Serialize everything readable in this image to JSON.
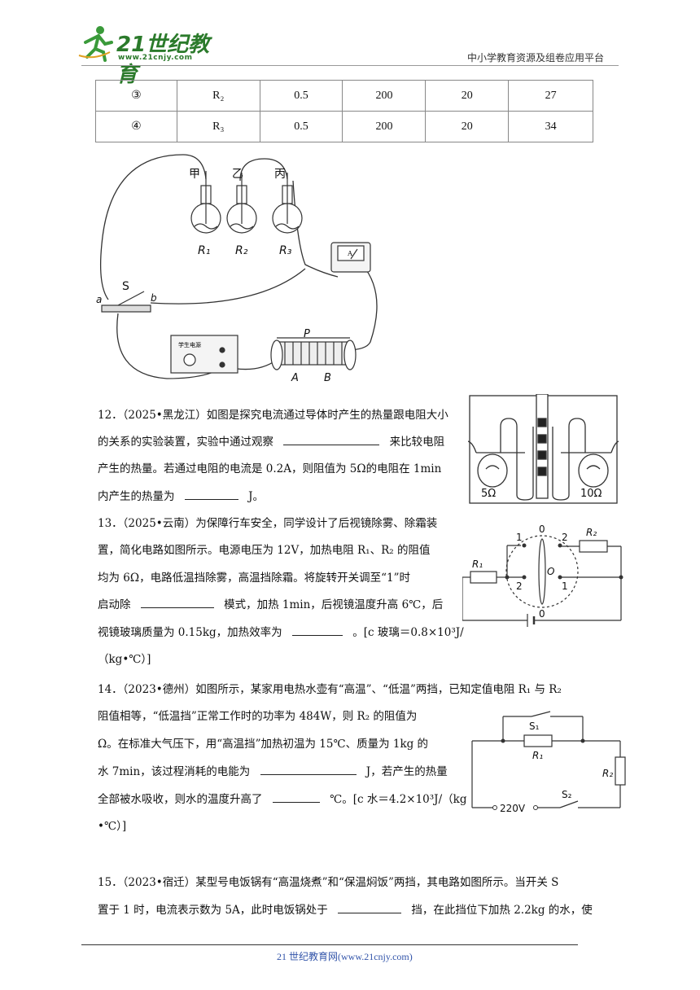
{
  "header": {
    "logo_main": "21世纪教育",
    "logo_url": "www.21cnjy.com",
    "right_text": "中小学教育资源及组卷应用平台"
  },
  "table": {
    "rows": [
      {
        "idx": "③",
        "r": "R₂",
        "a": "0.5",
        "b": "200",
        "c": "20",
        "d": "27"
      },
      {
        "idx": "④",
        "r": "R₃",
        "a": "0.5",
        "b": "200",
        "c": "20",
        "d": "34"
      }
    ]
  },
  "fig1": {
    "jia": "甲",
    "yi": "乙",
    "bing": "丙",
    "r1": "R₁",
    "r2": "R₂",
    "r3": "R₃",
    "s": "S",
    "a": "a",
    "b": "b",
    "p": "P",
    "A": "A",
    "B": "B",
    "power_label": "学生电源",
    "meter_label": "A"
  },
  "q12": {
    "line1": "12．（2025•黑龙江）如图是探究电流通过导体时产生的热量跟电阻大小",
    "line2a": "的关系的实验装置，实验中通过观察",
    "line2b": "来比较电阻",
    "line3": "产生的热量。若通过电阻的电流是 0.2A，则阻值为 5Ω的电阻在 1min",
    "line4a": "内产生的热量为",
    "line4b": "J。",
    "fig_r_left": "5Ω",
    "fig_r_right": "10Ω"
  },
  "q13": {
    "line1": "13．（2025•云南）为保障行车安全，同学设计了后视镜除雾、除霜装",
    "line2": "置，简化电路如图所示。电源电压为 12V，加热电阻 R₁、R₂ 的阻值",
    "line3": "均为 6Ω，电路低温挡除雾，高温挡除霜。将旋转开关调至“1”时",
    "line4a": "启动除",
    "line4b": "模式，加热 1min，后视镜温度升高 6℃，后",
    "line5a": "视镜玻璃质量为 0.15kg，加热效率为",
    "line5b": "。[c 玻璃＝0.8×10³J/",
    "line6": "（kg•℃）]",
    "fig": {
      "r1": "R₁",
      "r2": "R₂",
      "o": "O",
      "n0": "0",
      "n1": "1",
      "n2": "2"
    }
  },
  "q14": {
    "line1": "14．（2023•德州）如图所示，某家用电热水壶有“高温”、“低温”两挡，已知定值电阻 R₁ 与 R₂",
    "line2": "阻值相等，“低温挡”正常工作时的功率为 484W，则 R₂ 的阻值为",
    "line3": "Ω。在标准大气压下，用“高温挡”加热初温为 15℃、质量为 1kg 的",
    "line4a": "水 7min，该过程消耗的电能为",
    "line4b": "J，若产生的热量",
    "line5a": "全部被水吸收，则水的温度升高了",
    "line5b": "℃。[c 水＝4.2×10³J/（kg",
    "line6": "•℃）]",
    "fig": {
      "s1": "S₁",
      "s2": "S₂",
      "r1": "R₁",
      "r2": "R₂",
      "v": "220V"
    }
  },
  "q15": {
    "line1": "15．（2023•宿迁）某型号电饭锅有“高温烧煮”和“保温焖饭”两挡，其电路如图所示。当开关 S",
    "line2a": "置于 1 时，电流表示数为 5A，此时电饭锅处于",
    "line2b": "挡，在此挡位下加热 2.2kg 的水，使"
  },
  "footer": {
    "text": "21 世纪教育网(www.21cnjy.com)"
  }
}
